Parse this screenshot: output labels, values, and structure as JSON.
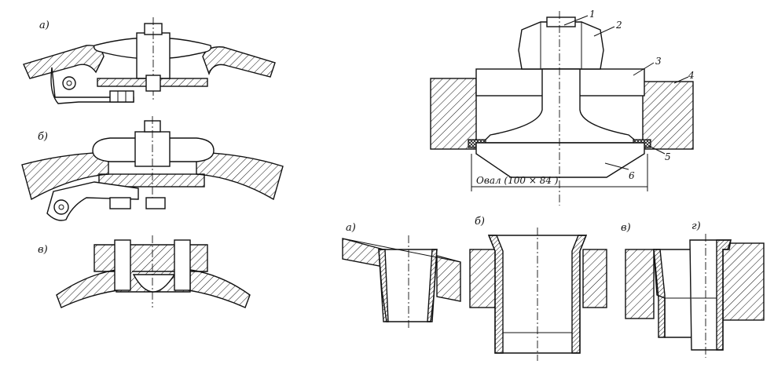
{
  "figure_left": {
    "label_a": "а)",
    "label_b": "б)",
    "label_v": "в)"
  },
  "figure_right_top": {
    "callouts": [
      "1",
      "2",
      "3",
      "4",
      "5",
      "6"
    ],
    "oval_dimension": "Овал (100 × 84 )"
  },
  "figure_right_bottom": {
    "label_a": "а)",
    "label_b": "б)",
    "label_v": "в)",
    "label_g": "г)"
  }
}
